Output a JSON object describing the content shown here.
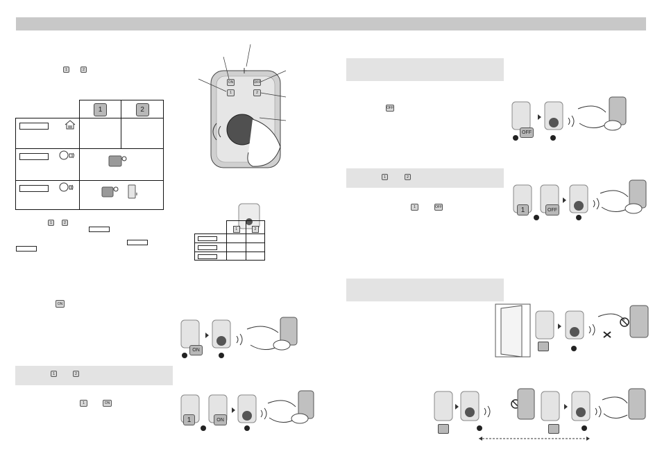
{
  "keys": {
    "one": "1",
    "two": "2",
    "on": "ON",
    "off": "OFF"
  },
  "table": {
    "header": [
      "1",
      "2"
    ]
  },
  "remote": {
    "on_label": "ON",
    "off_label": "OFF",
    "one_label": "1",
    "two_label": "2"
  },
  "mini_table": {
    "header": [
      "1",
      "2"
    ]
  },
  "steps": {
    "on_a": "ON",
    "one_b": "1",
    "on_b": "ON",
    "off_a": "OFF",
    "one_c": "1",
    "off_c": "OFF"
  },
  "colors": {
    "bar": "#c8c8c8",
    "band": "#e3e3e3",
    "key": "#b8b8b8"
  }
}
